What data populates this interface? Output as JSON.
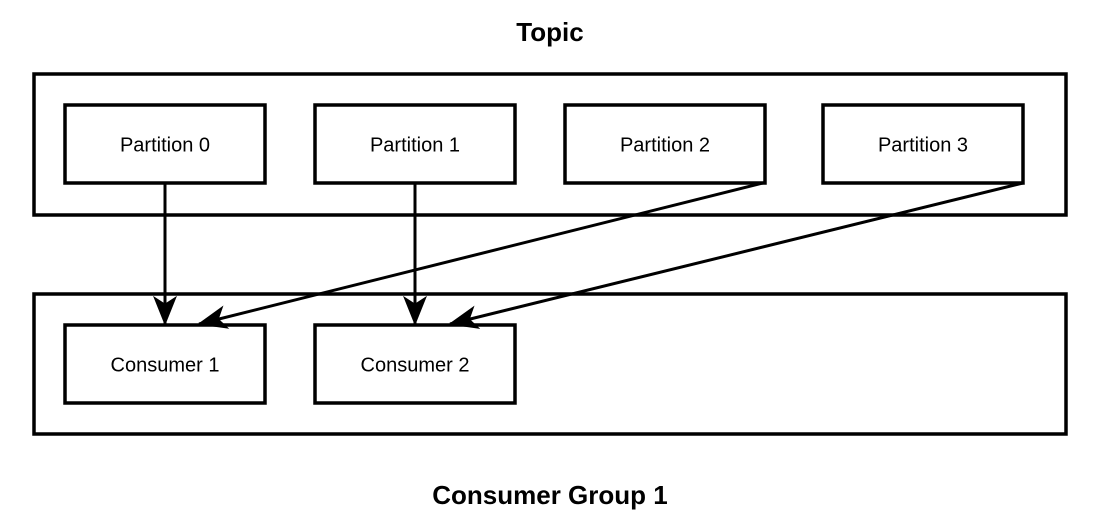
{
  "diagram": {
    "type": "block-diagram",
    "subject": "kafka-topic-consumer-group",
    "background_color": "#ffffff",
    "stroke_color": "#000000",
    "topic": {
      "title": "Topic",
      "partitions": [
        {
          "label": "Partition 0"
        },
        {
          "label": "Partition 1"
        },
        {
          "label": "Partition 2"
        },
        {
          "label": "Partition 3"
        }
      ]
    },
    "consumer_group": {
      "title": "Consumer Group 1",
      "consumers": [
        {
          "label": "Consumer 1"
        },
        {
          "label": "Consumer 2"
        }
      ]
    },
    "assignments": [
      {
        "from": "Partition 0",
        "to": "Consumer 1",
        "style": "vertical-arrow"
      },
      {
        "from": "Partition 1",
        "to": "Consumer 2",
        "style": "vertical-arrow"
      },
      {
        "from": "Partition 2",
        "to": "Consumer 1",
        "style": "diagonal-arrow"
      },
      {
        "from": "Partition 3",
        "to": "Consumer 2",
        "style": "diagonal-arrow"
      }
    ]
  }
}
